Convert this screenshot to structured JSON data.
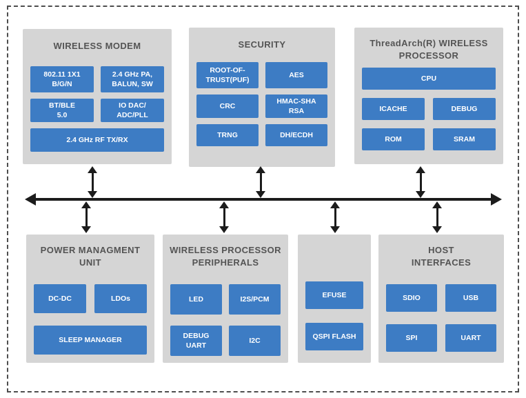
{
  "colors": {
    "chip_blue": "#3d7cc4",
    "panel_gray": "#d5d5d5",
    "arrow_black": "#1c1c1c",
    "background": "#ffffff"
  },
  "blocks": {
    "wireless_modem": {
      "title": "WIRELESS MODEM",
      "chips": {
        "wifi": "802.11 1X1\nB/G/N",
        "pa_balun": "2.4 GHz PA,\nBALUN, SW",
        "bt_ble": "BT/BLE\n5.0",
        "io_dac": "IO DAC/\nADC/PLL",
        "rf_txrx": "2.4 GHz RF TX/RX"
      }
    },
    "security": {
      "title": "SECURITY",
      "chips": {
        "root_of_trust": "ROOT-OF-\nTRUST(PUF)",
        "aes": "AES",
        "crc": "CRC",
        "hmac_sha_rsa": "HMAC-SHA\nRSA",
        "trng": "TRNG",
        "dh_ecdh": "DH/ECDH"
      }
    },
    "wireless_processor": {
      "title": "ThreadArch(R) WIRELESS\nPROCESSOR",
      "chips": {
        "cpu": "CPU",
        "icache": "ICACHE",
        "debug": "DEBUG",
        "rom": "ROM",
        "sram": "SRAM"
      }
    },
    "power_management": {
      "title": "POWER MANAGMENT\nUNIT",
      "chips": {
        "dcdc": "DC-DC",
        "ldos": "LDOs",
        "sleep_manager": "SLEEP MANAGER"
      }
    },
    "peripherals": {
      "title": "WIRELESS PROCESSOR\nPERIPHERALS",
      "chips": {
        "led": "LED",
        "i2s_pcm": "I2S/PCM",
        "debug_uart": "DEBUG\nUART",
        "i2c": "I2C"
      }
    },
    "memory": {
      "chips": {
        "efuse": "EFUSE",
        "qspi_flash": "QSPI FLASH"
      }
    },
    "host_interfaces": {
      "title": "HOST\nINTERFACES",
      "chips": {
        "sdio": "SDIO",
        "usb": "USB",
        "spi": "SPI",
        "uart": "UART"
      }
    }
  }
}
